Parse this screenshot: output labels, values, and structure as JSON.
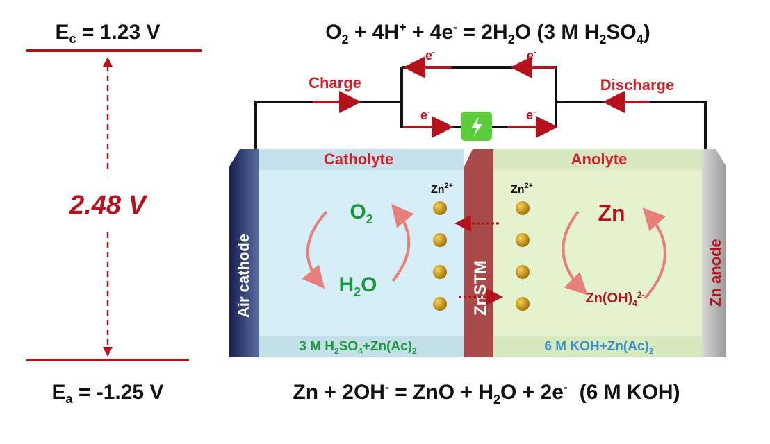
{
  "potentials": {
    "cathode_label": "E",
    "cathode_sub": "c",
    "cathode_value": " = 1.23 V",
    "anode_label": "E",
    "anode_sub": "a",
    "anode_value": " = -1.25 V",
    "voltage": "2.48 V"
  },
  "equations": {
    "cathode": {
      "p1": "O",
      "s1": "2",
      "p2": " + 4H",
      "sup1": "+",
      "p3": " + 4e",
      "sup2": "-",
      "p4": " = 2H",
      "s2": "2",
      "p5": "O (3 M H",
      "s3": "2",
      "p6": "SO",
      "s4": "4",
      "p7": ")"
    },
    "anode": {
      "p1": "Zn + 2OH",
      "sup1": "-",
      "p2": " = ZnO + H",
      "s1": "2",
      "p3": "O + 2e",
      "sup2": "-",
      "p4": "  (6 M KOH)"
    }
  },
  "circuit": {
    "charge": "Charge",
    "discharge": "Discharge",
    "electron": "e",
    "electron_sup": "-"
  },
  "cell": {
    "catholyte": "Catholyte",
    "anolyte": "Anolyte",
    "air_cathode": "Air cathode",
    "zn_anode": "Zn anode",
    "membrane": "ZnSTM",
    "zn_ion": "Zn",
    "zn_ion_sup": "2+",
    "o2": "O",
    "o2_sub": "2",
    "h2o_a": "H",
    "h2o_sub": "2",
    "h2o_b": "O",
    "zn": "Zn",
    "zincate": "Zn(OH)",
    "zincate_sub": "4",
    "zincate_sup": "2-",
    "catholyte_solution": {
      "a": "3 M H",
      "s1": "2",
      "b": "SO",
      "s2": "4",
      "c": "+Zn(Ac)",
      "s3": "2"
    },
    "anolyte_solution": {
      "a": "6 M KOH+Zn(Ac)",
      "s1": "2"
    }
  },
  "colors": {
    "red": "#b5121b",
    "green": "#1a9a3c",
    "blue": "#3a8fc8",
    "battery": "#5ccc3a"
  }
}
